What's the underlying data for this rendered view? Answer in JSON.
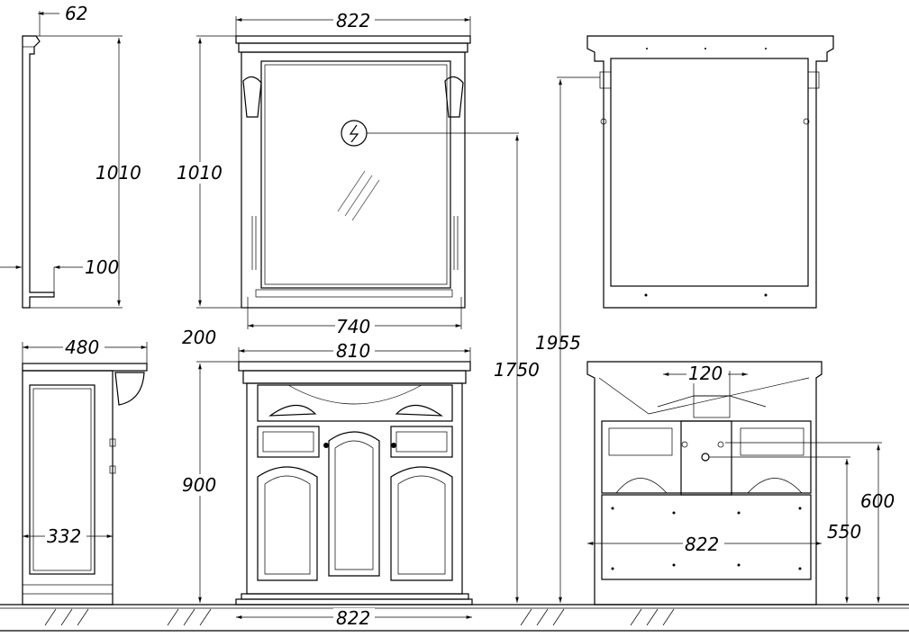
{
  "drawing": {
    "mirror_side": {
      "depth": "62",
      "height": "1010",
      "shelf": "100"
    },
    "mirror_front": {
      "width_top": "822",
      "height": "1010",
      "width_inner": "740",
      "gap": "200",
      "socket_icon": "electric-socket-icon",
      "socket_height": "1750"
    },
    "mirror_back": {
      "top_height": "1955"
    },
    "cabinet_side": {
      "depth": "480",
      "inner_depth": "332"
    },
    "cabinet_front": {
      "top_width": "810",
      "height": "900",
      "base_width": "822"
    },
    "cabinet_back": {
      "drain_width": "120",
      "width": "822",
      "outlet_high": "600",
      "outlet_low": "550"
    }
  }
}
